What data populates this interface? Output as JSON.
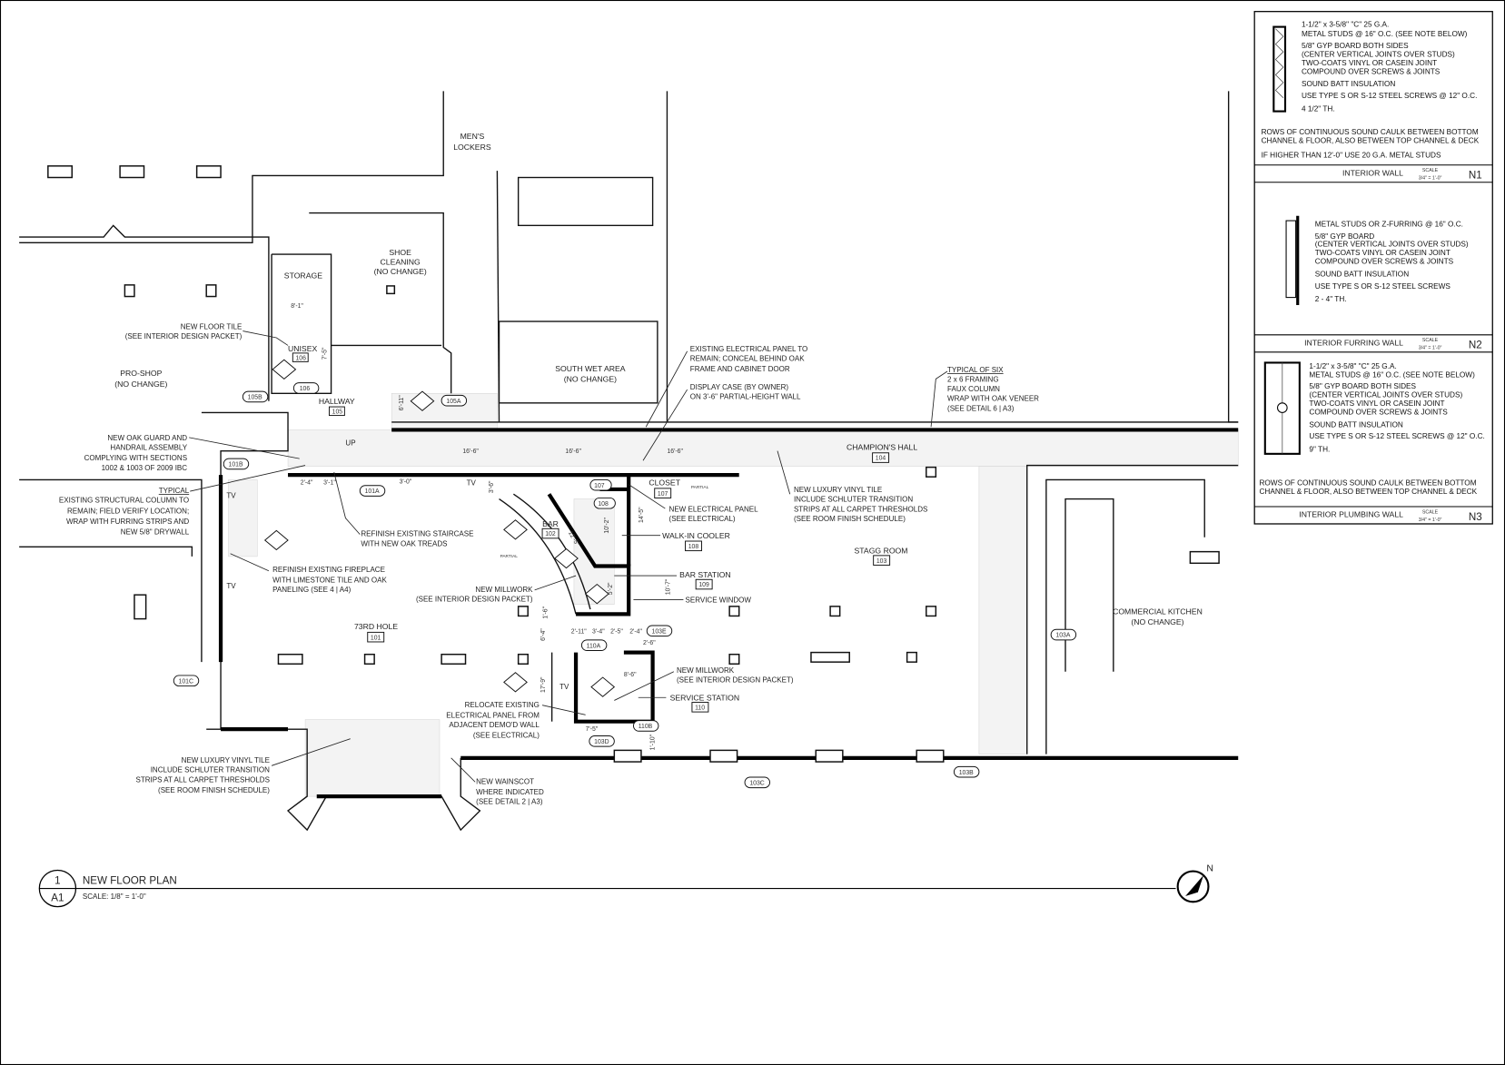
{
  "title_block": {
    "detail_number": "1",
    "sheet": "A1",
    "title": "NEW FLOOR PLAN",
    "scale": "SCALE: 1/8\" = 1'-0\"",
    "north": "N"
  },
  "rooms": {
    "mens_lockers": [
      "MEN'S",
      "LOCKERS"
    ],
    "storage": "STORAGE",
    "shoe_cleaning": [
      "SHOE",
      "CLEANING",
      "(NO CHANGE)"
    ],
    "unisex": "UNISEX",
    "unisex_num": "106",
    "pro_shop": [
      "PRO-SHOP",
      "(NO CHANGE)"
    ],
    "hallway": "HALLWAY",
    "hallway_num": "105",
    "south_wet": [
      "SOUTH WET AREA",
      "(NO CHANGE)"
    ],
    "champions_hall": "CHAMPION'S HALL",
    "champions_hall_num": "104",
    "closet": "CLOSET",
    "closet_num": "107",
    "walk_in": "WALK-IN COOLER",
    "walk_in_num": "108",
    "bar": "BAR",
    "bar_num": "102",
    "bar_station": "BAR STATION",
    "bar_station_num": "109",
    "stagg": "STAGG ROOM",
    "stagg_num": "103",
    "kitchen": [
      "COMMERCIAL KITCHEN",
      "(NO CHANGE)"
    ],
    "hole73": "73RD HOLE",
    "hole73_num": "101",
    "service_station": "SERVICE STATION",
    "service_station_num": "110"
  },
  "doors": [
    "105B",
    "106",
    "105A",
    "101B",
    "101A",
    "107",
    "108",
    "103E",
    "110A",
    "101C",
    "110B",
    "103D",
    "103C",
    "103B",
    "103A"
  ],
  "notes": {
    "floor_tile": [
      "NEW FLOOR TILE",
      "(SEE INTERIOR DESIGN PACKET)"
    ],
    "oak_guard": [
      "NEW OAK GUARD AND",
      "HANDRAIL ASSEMBLY",
      "COMPLYING WITH SECTIONS",
      "1002 & 1003 OF 2009 IBC"
    ],
    "column": [
      "TYPICAL",
      "EXISTING STRUCTURAL COLUMN TO",
      "REMAIN; FIELD VERIFY LOCATION;",
      "WRAP WITH FURRING STRIPS AND",
      "NEW 5/8\" DRYWALL"
    ],
    "staircase": [
      "REFINISH EXISTING STAIRCASE",
      "WITH NEW OAK TREADS"
    ],
    "fireplace": [
      "REFINISH EXISTING FIREPLACE",
      "WITH LIMESTONE TILE AND OAK",
      "PANELING (SEE 4 | A4)"
    ],
    "millwork_bar": [
      "NEW MILLWORK",
      "(SEE INTERIOR DESIGN PACKET)"
    ],
    "elec_panel_existing": [
      "EXISTING ELECTRICAL PANEL TO",
      "REMAIN; CONCEAL BEHIND OAK",
      "FRAME AND CABINET DOOR"
    ],
    "display_case": [
      "DISPLAY CASE (BY OWNER)",
      "ON 3'-6\" PARTIAL-HEIGHT WALL"
    ],
    "faux_column": [
      "TYPICAL OF SIX",
      "2 x 6 FRAMING",
      "FAUX COLUMN",
      "WRAP WITH OAK VENEER",
      "(SEE DETAIL 6 | A3)"
    ],
    "lvt_hall": [
      "NEW LUXURY VINYL TILE",
      "INCLUDE SCHLUTER TRANSITION",
      "STRIPS AT ALL CARPET THRESHOLDS",
      "(SEE ROOM FINISH SCHEDULE)"
    ],
    "new_elec_panel": [
      "NEW ELECTRICAL PANEL",
      "(SEE ELECTRICAL)"
    ],
    "service_window": "SERVICE WINDOW",
    "millwork_service": [
      "NEW MILLWORK",
      "(SEE INTERIOR DESIGN PACKET)"
    ],
    "relocate_panel": [
      "RELOCATE EXISTING",
      "ELECTRICAL PANEL FROM",
      "ADJACENT DEMO'D WALL",
      "(SEE ELECTRICAL)"
    ],
    "lvt_lower": [
      "NEW LUXURY VINYL TILE",
      "INCLUDE SCHLUTER TRANSITION",
      "STRIPS AT ALL CARPET THRESHOLDS",
      "(SEE ROOM FINISH SCHEDULE)"
    ],
    "wainscot": [
      "NEW WAINSCOT",
      "WHERE INDICATED",
      "(SEE DETAIL 2 | A3)"
    ],
    "tv": "TV",
    "up": "UP",
    "partial": "PARTIAL",
    "n1_tag": "N1"
  },
  "dimensions": {
    "storage_w": "8'-1\"",
    "unisex_h": "7'-5\"",
    "hall_h": "6'-11\"",
    "bay": "16'-6\"",
    "d1": "2'-4\"",
    "d2": "3'-1\"",
    "d3": "3'-0\"",
    "d4": "3'-6\"",
    "bar_len": "12'-5\"",
    "cooler": "10'-2\"",
    "closet_h": "14'-5\"",
    "bar_st_h": "10'-7\"",
    "bar_st_w": "5'-2\"",
    "b1": "2'-11\"",
    "b2": "3'-4\"",
    "b3": "2'-5\"",
    "b4": "2'-4\"",
    "b5": "2'-6\"",
    "v1": "1'-6\"",
    "v2": "6'-4\"",
    "svc_h": "17'-9\"",
    "svc_w": "8'-6\"",
    "svc_b": "7'-5\"",
    "svc_d": "1'-10\""
  },
  "legend": [
    {
      "id": "N1",
      "title": "INTERIOR WALL",
      "scale_label": "SCALE",
      "scale": "3/4\" = 1'-0\"",
      "lines": [
        "1-1/2\" x 3-5/8\" \"C\" 25 G.A.",
        "METAL STUDS @ 16\" O.C. (SEE NOTE BELOW)",
        "5/8\" GYP BOARD BOTH SIDES",
        "(CENTER VERTICAL JOINTS OVER STUDS)",
        "TWO-COATS VINYL OR CASEIN JOINT",
        "COMPOUND OVER SCREWS & JOINTS",
        "SOUND BATT INSULATION",
        "USE TYPE S OR S-12 STEEL SCREWS @ 12\" O.C.",
        "4 1/2\" TH."
      ],
      "notes": [
        "ROWS OF CONTINUOUS SOUND CAULK BETWEEN BOTTOM",
        "CHANNEL & FLOOR, ALSO BETWEEN TOP CHANNEL & DECK",
        "IF HIGHER THAN 12'-0\" USE 20 G.A. METAL STUDS"
      ]
    },
    {
      "id": "N2",
      "title": "INTERIOR FURRING WALL",
      "scale_label": "SCALE",
      "scale": "3/4\" = 1'-0\"",
      "lines": [
        "METAL STUDS OR Z-FURRING @ 16\" O.C.",
        "5/8\" GYP BOARD",
        "(CENTER VERTICAL JOINTS OVER STUDS)",
        "TWO-COATS VINYL OR CASEIN JOINT",
        "COMPOUND OVER SCREWS & JOINTS",
        "SOUND BATT INSULATION",
        "USE TYPE S OR S-12 STEEL SCREWS",
        "2 - 4\" TH."
      ]
    },
    {
      "id": "N3",
      "title": "INTERIOR PLUMBING WALL",
      "scale_label": "SCALE",
      "scale": "3/4\" = 1'-0\"",
      "lines": [
        "1-1/2\" x 3-5/8\" \"C\" 25 G.A.",
        "METAL STUDS @ 16\" O.C. (SEE NOTE BELOW)",
        "5/8\" GYP BOARD BOTH SIDES",
        "(CENTER VERTICAL JOINTS OVER STUDS)",
        "TWO-COATS VINYL OR CASEIN JOINT",
        "COMPOUND OVER SCREWS & JOINTS",
        "SOUND BATT INSULATION",
        "USE TYPE S OR S-12 STEEL SCREWS @ 12\" O.C.",
        "9\" TH."
      ],
      "notes": [
        "ROWS OF CONTINUOUS SOUND CAULK BETWEEN BOTTOM",
        "CHANNEL & FLOOR, ALSO BETWEEN TOP CHANNEL & DECK"
      ]
    }
  ]
}
